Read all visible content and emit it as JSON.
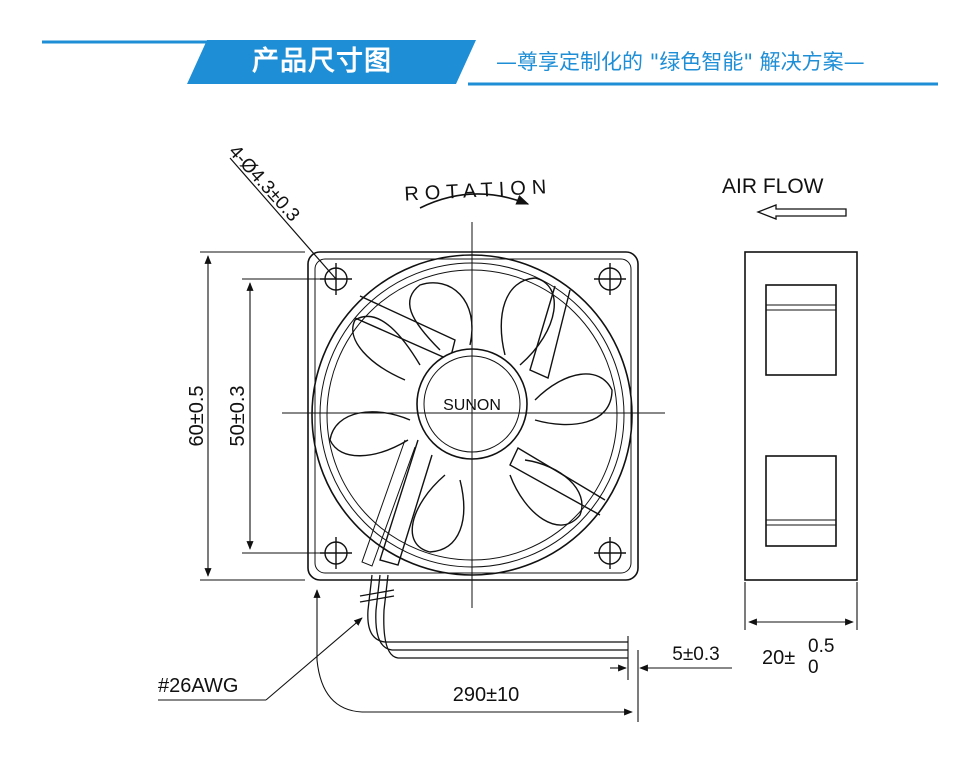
{
  "header": {
    "title": "产品尺寸图",
    "subtitle": "—尊享定制化的 \"绿色智能\" 解决方案—",
    "accent_color": "#1e8ed6"
  },
  "drawing": {
    "hole_callout": "4-Ø4.3±0.3",
    "rotation_label": "ROTATION",
    "airflow_label": "AIR FLOW",
    "brand_label": "SUNON",
    "dim_outer": "60±0.5",
    "dim_hole_pitch": "50±0.3",
    "wire_gauge": "#26AWG",
    "dim_lead_length": "290±10",
    "dim_strip_length": "5±0.3",
    "depth_base": "20±",
    "depth_tol_upper": "0.5",
    "depth_tol_lower": "0"
  }
}
